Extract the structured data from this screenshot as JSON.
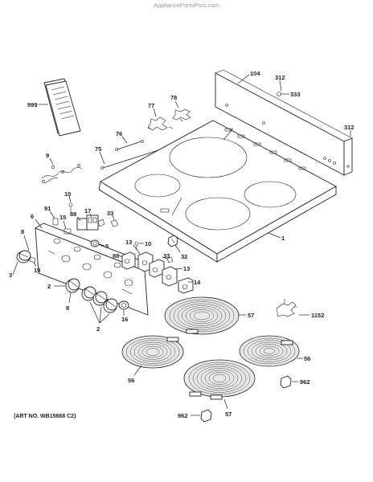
{
  "watermark": "AppliancePartsPros.com",
  "art_number": "(ART NO. WB15668 C2)",
  "callouts": {
    "c104": "104",
    "c312a": "312",
    "c333": "333",
    "c312b": "312",
    "c999": "999",
    "c77": "77",
    "c78": "78",
    "c76": "76",
    "c75": "75",
    "c9": "9",
    "c10a": "10",
    "c91": "91",
    "c88a": "88",
    "c17": "17",
    "c33a": "33",
    "c6": "6",
    "c15": "15",
    "c5": "5",
    "c8a": "8",
    "c10b": "10",
    "c32": "32",
    "c1": "1",
    "c19": "19",
    "c3": "3",
    "c13a": "13",
    "c88b": "88",
    "c33b": "33",
    "c13b": "13",
    "c14": "14",
    "c2": "2",
    "c8b": "8",
    "c16": "16",
    "c2b": "2",
    "c57a": "57",
    "c1152": "1152",
    "c56a": "56",
    "c56b": "56",
    "c962a": "962",
    "c962b": "962",
    "c57b": "57"
  }
}
